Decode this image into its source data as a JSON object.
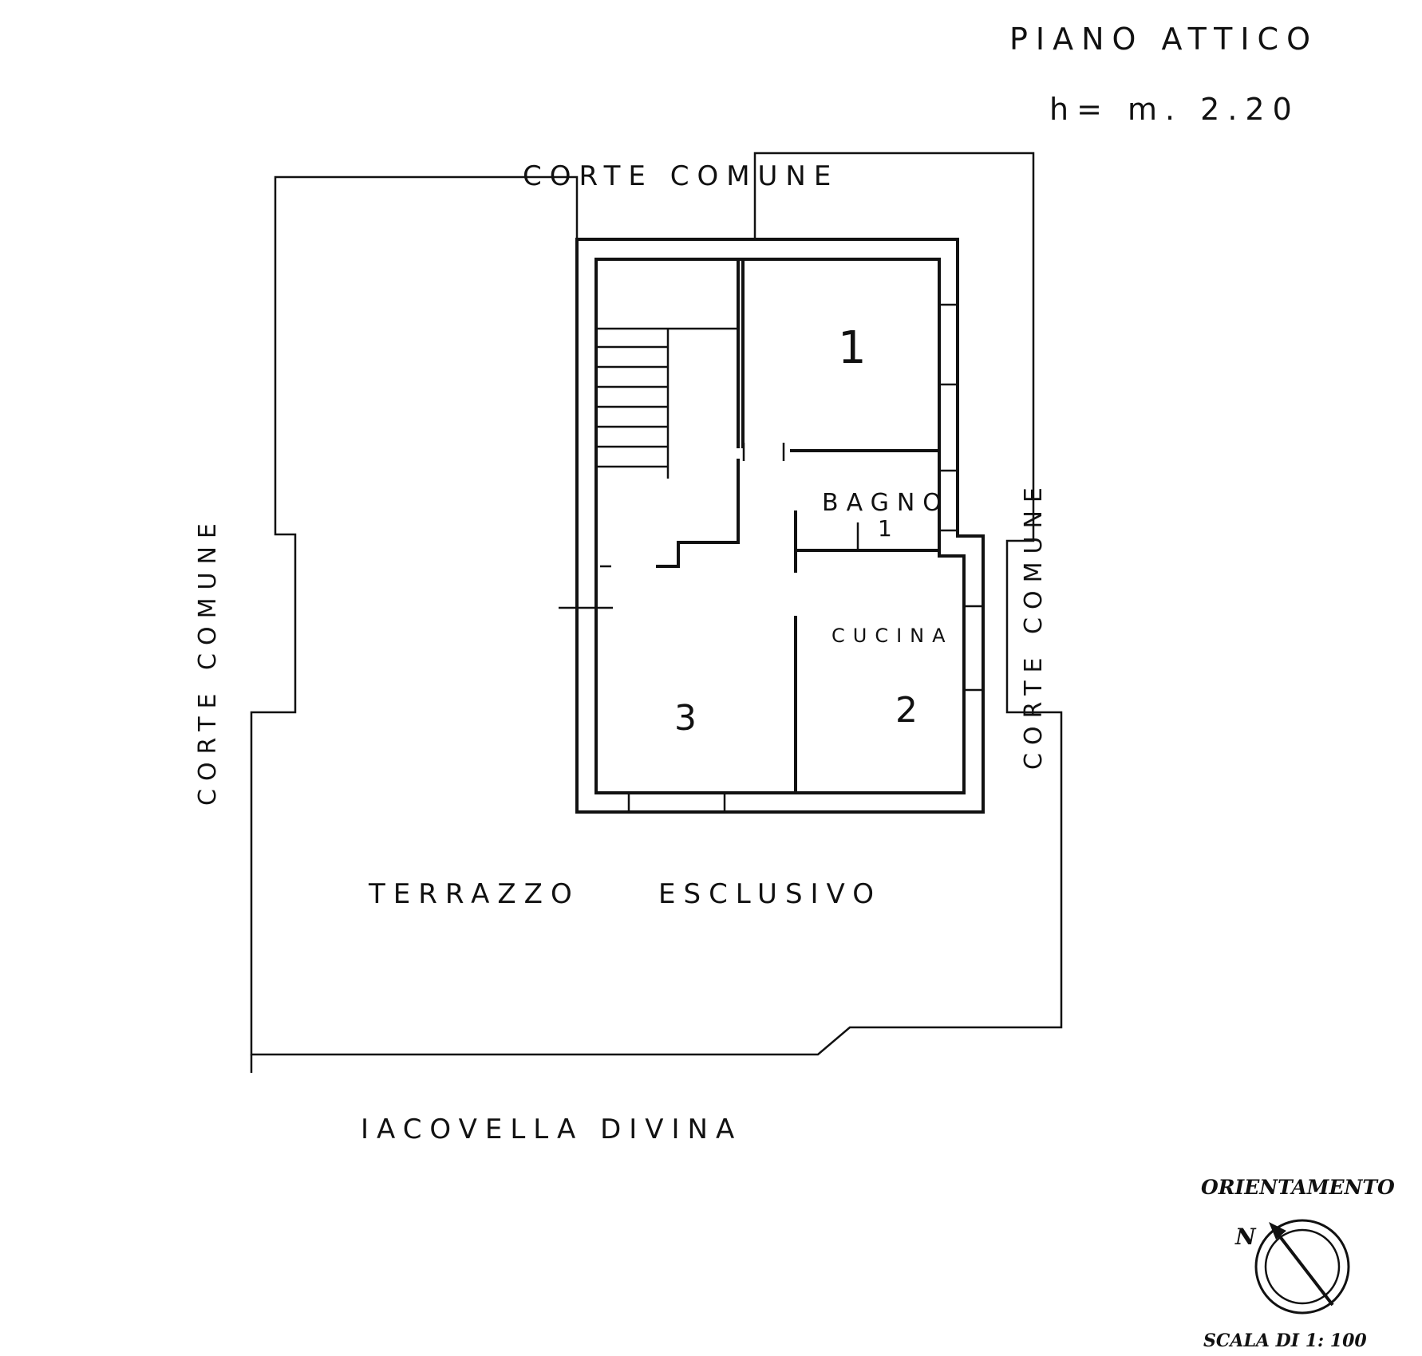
{
  "title": "PIANO ATTICO",
  "height_note": "h= m. 2.20",
  "labels": {
    "corte_top": "CORTE COMUNE",
    "corte_left": "CORTE COMUNE",
    "corte_right": "CORTE COMUNE",
    "terrazzo": "TERRAZZO",
    "esclusivo": "ESCLUSIVO",
    "street": "IACOVELLA DIVINA"
  },
  "rooms": {
    "room_1": "1",
    "bagno": "BAGNO",
    "bagno_num": "1",
    "cucina": "CUCINA",
    "room_2": "2",
    "room_3": "3"
  },
  "orientation": {
    "title": "ORIENTAMENTO",
    "north": "N",
    "scale": "SCALA DI 1: 100"
  }
}
